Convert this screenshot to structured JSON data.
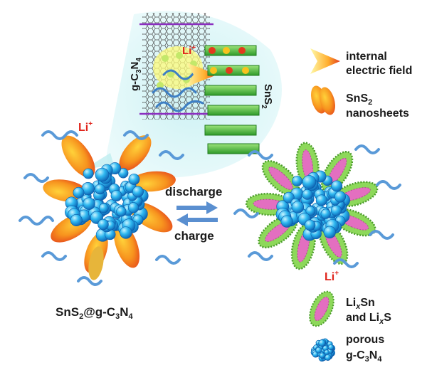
{
  "labels": {
    "gc3n4_inset": [
      "g-C",
      "3",
      "N",
      "4"
    ],
    "sns2_inset": [
      "SnS",
      "2"
    ],
    "li_inset": [
      "Li",
      "+"
    ],
    "li_left": [
      "Li",
      "+"
    ],
    "li_right": [
      "Li",
      "+"
    ],
    "discharge": "discharge",
    "charge": "charge",
    "composite": [
      "SnS",
      "2",
      "@g-C",
      "3",
      "N",
      "4"
    ]
  },
  "legend": {
    "field": [
      "internal",
      "electric field"
    ],
    "nanosheets": [
      "SnS",
      "2",
      "nanosheets"
    ],
    "lixsn": [
      "Li",
      "x",
      "Sn",
      "and Li",
      "x",
      "S"
    ],
    "porous": [
      "porous",
      "g-C",
      "3",
      "N",
      "4"
    ]
  },
  "colors": {
    "li_red": "#e0241b",
    "sphere_blue": "#1aa6e8",
    "sheet_orange": "#f07a14",
    "sheet_green": "#5cc23a",
    "sheet_pink": "#e36fc0",
    "arrow_blue": "#5a8fd0",
    "wave_blue": "#3d7fc4",
    "inset_bg": "#d8f3f4"
  },
  "icons": [
    "electric-field-arrow-icon",
    "sns2-nanosheet-icon",
    "lithiated-sheet-icon",
    "porous-sphere-icon"
  ]
}
